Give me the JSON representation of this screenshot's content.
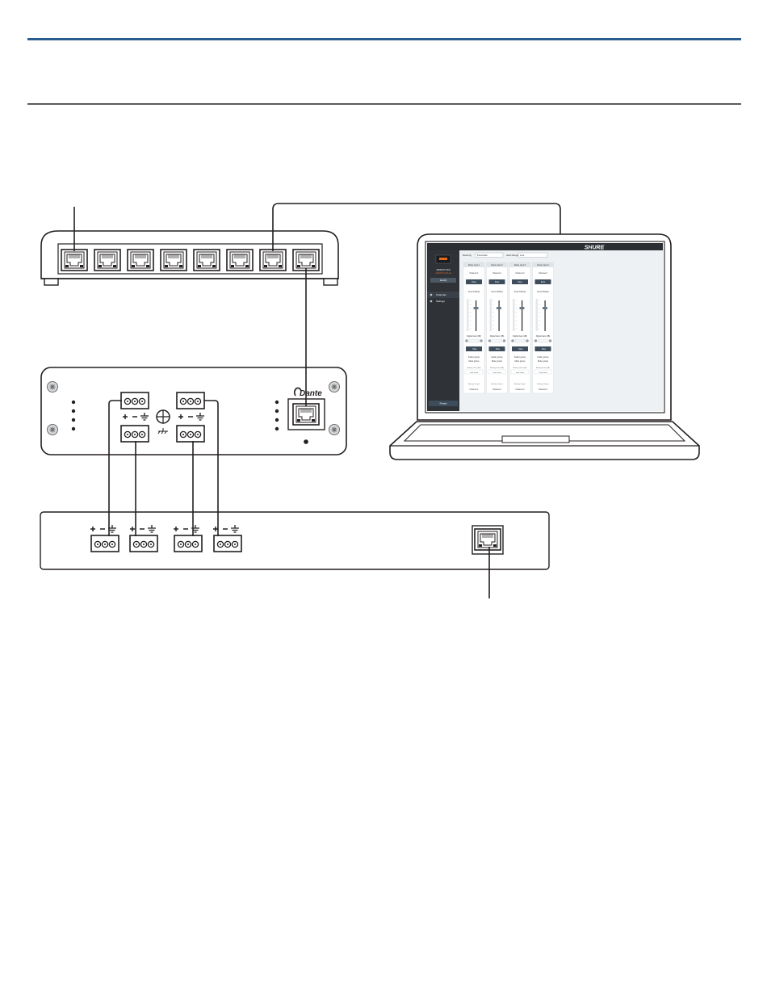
{
  "colors": {
    "header_rule": "#2a5d8f",
    "rule": "#231f20",
    "line": "#231f20",
    "app_sidebar": "#2f3338",
    "app_topbar": "#2b2e33",
    "app_content": "#eef1f3",
    "app_accent": "#e86a1d",
    "app_button": "#3d4d5c"
  },
  "laptop_app": {
    "brand": "SHURE",
    "toolbar": {
      "meters_label": "Metering",
      "meters_value": "Post-fader",
      "units_label": "Gain Range",
      "units_value": "Line"
    },
    "device": {
      "model": "ANI4OUT-XLR",
      "name": "ANI4OUT-XLR-ab",
      "identify_label": "Identify"
    },
    "nav": [
      "Channels",
      "Settings"
    ],
    "footer_label": "Presets",
    "channels": [
      {
        "input": "Dante input 1",
        "name": "Channel 1",
        "output": "Channel 1"
      },
      {
        "input": "Dante input 2",
        "name": "Channel 2",
        "output": "Channel 2"
      },
      {
        "input": "Dante input 3",
        "name": "Channel 3",
        "output": "Channel 3"
      },
      {
        "input": "Dante input 4",
        "name": "Channel 4",
        "output": "Channel 4"
      }
    ],
    "strip": {
      "invert_polarity": "Invert Polarity",
      "digital_gain": "Digital Gain (dB)",
      "mute": "Mute",
      "fader_group": "Fader group",
      "mute_group": "Mute group",
      "analog_gain": "Analog Gain (dB)",
      "analog_value": "Line Level",
      "analog_output": "Analog Output",
      "button": "Poss"
    }
  }
}
